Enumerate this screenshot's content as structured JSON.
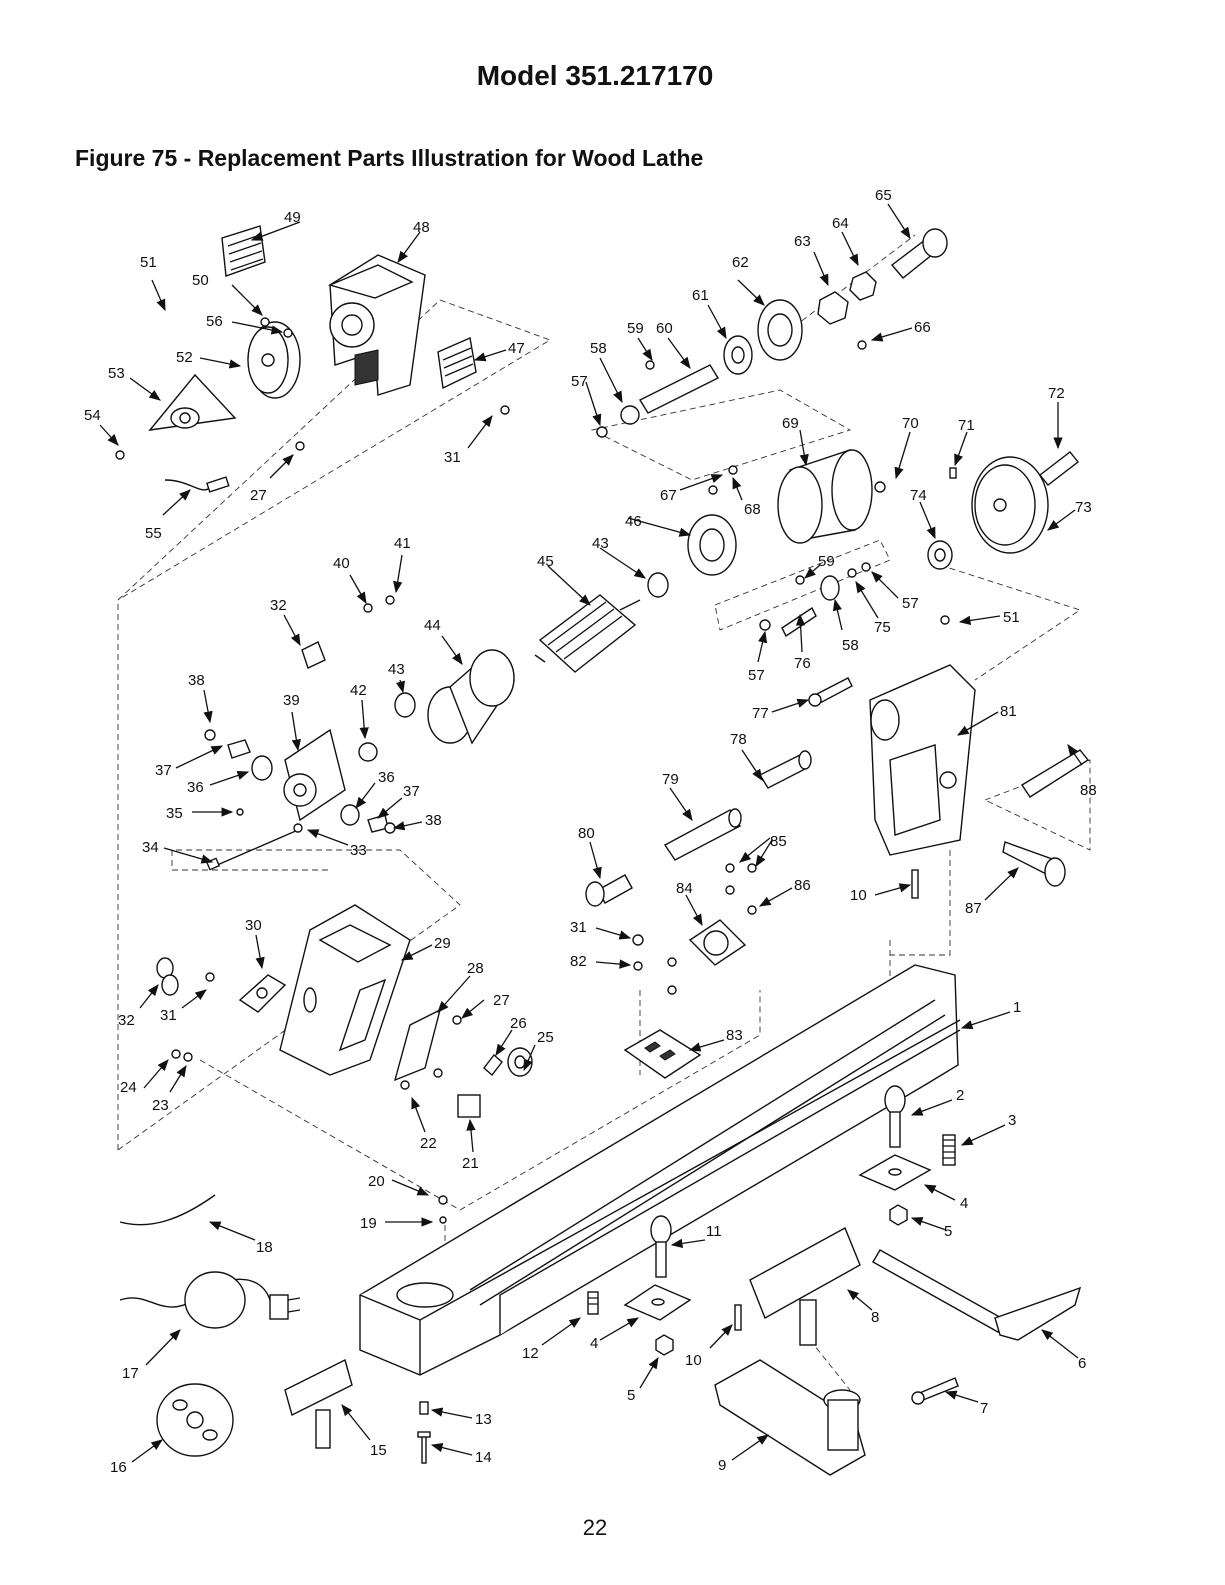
{
  "header": {
    "model": "Model 351.217170",
    "figure": "Figure 75 - Replacement Parts Illustration for Wood Lathe"
  },
  "footer": {
    "page_number": "22"
  },
  "callouts": [
    "1",
    "2",
    "3",
    "4",
    "4",
    "5",
    "5",
    "6",
    "7",
    "8",
    "9",
    "10",
    "10",
    "11",
    "12",
    "13",
    "14",
    "15",
    "16",
    "17",
    "18",
    "19",
    "20",
    "21",
    "22",
    "23",
    "24",
    "25",
    "26",
    "27",
    "27",
    "28",
    "29",
    "30",
    "31",
    "31",
    "31",
    "32",
    "32",
    "33",
    "34",
    "35",
    "36",
    "36",
    "37",
    "37",
    "38",
    "38",
    "39",
    "40",
    "41",
    "42",
    "43",
    "43",
    "44",
    "45",
    "46",
    "47",
    "48",
    "49",
    "50",
    "51",
    "51",
    "52",
    "53",
    "54",
    "55",
    "56",
    "57",
    "57",
    "57",
    "58",
    "58",
    "59",
    "59",
    "60",
    "61",
    "62",
    "63",
    "64",
    "65",
    "66",
    "67",
    "68",
    "69",
    "70",
    "71",
    "72",
    "73",
    "74",
    "75",
    "76",
    "77",
    "78",
    "79",
    "80",
    "81",
    "82",
    "83",
    "84",
    "85",
    "86",
    "87",
    "88"
  ]
}
